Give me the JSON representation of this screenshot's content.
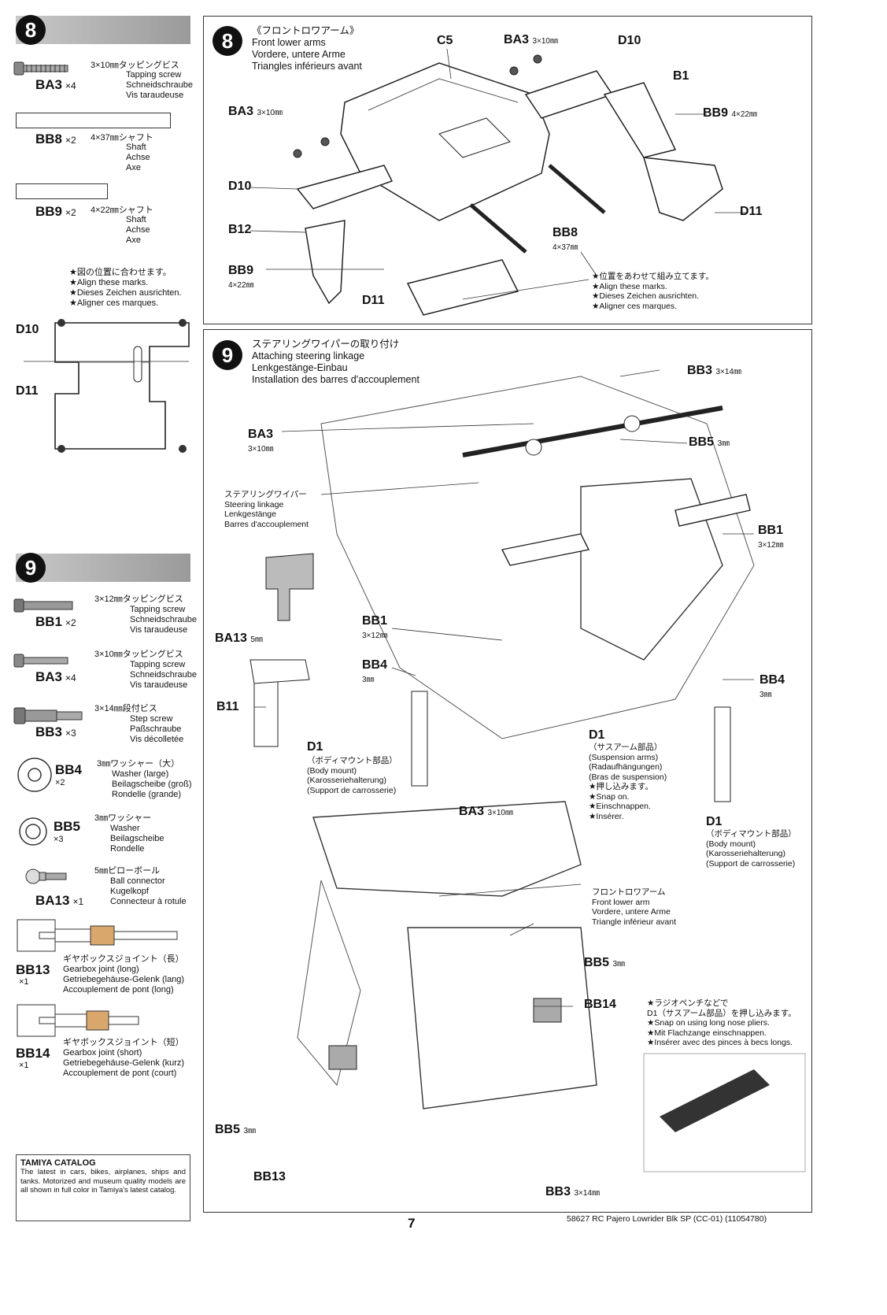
{
  "left_column": {
    "step8": {
      "number": "8",
      "parts": [
        {
          "code": "BA3",
          "qty": "×4",
          "jp": "3×10㎜タッピングビス",
          "ml": [
            "Tapping screw",
            "Schneidschraube",
            "Vis taraudeuse"
          ]
        },
        {
          "code": "BB8",
          "qty": "×2",
          "jp": "4×37㎜シャフト",
          "ml": [
            "Shaft",
            "Achse",
            "Axe"
          ]
        },
        {
          "code": "BB9",
          "qty": "×2",
          "jp": "4×22㎜シャフト",
          "ml": [
            "Shaft",
            "Achse",
            "Axe"
          ]
        }
      ],
      "align_note": [
        "★図の位置に合わせます。",
        "★Align these marks.",
        "★Dieses Zeichen ausrichten.",
        "★Aligner ces marques."
      ],
      "labels": [
        "D10",
        "D11"
      ]
    },
    "step9": {
      "number": "9",
      "parts": [
        {
          "code": "BB1",
          "qty": "×2",
          "jp": "3×12㎜タッピングビス",
          "ml": [
            "Tapping screw",
            "Schneidschraube",
            "Vis taraudeuse"
          ]
        },
        {
          "code": "BA3",
          "qty": "×4",
          "jp": "3×10㎜タッピングビス",
          "ml": [
            "Tapping screw",
            "Schneidschraube",
            "Vis taraudeuse"
          ]
        },
        {
          "code": "BB3",
          "qty": "×3",
          "jp": "3×14㎜段付ビス",
          "ml": [
            "Step screw",
            "Paßschraube",
            "Vis décolletée"
          ]
        },
        {
          "code": "BB4",
          "qty": "×2",
          "jp": "3㎜ワッシャー（大）",
          "ml": [
            "Washer (large)",
            "Beilagscheibe (groß)",
            "Rondelle (grande)"
          ]
        },
        {
          "code": "BB5",
          "qty": "×3",
          "jp": "3㎜ワッシャー",
          "ml": [
            "Washer",
            "Beilagscheibe",
            "Rondelle"
          ]
        },
        {
          "code": "BA13",
          "qty": "×1",
          "jp": "5㎜ピローボール",
          "ml": [
            "Ball connector",
            "Kugelkopf",
            "Connecteur à rotule"
          ]
        },
        {
          "code": "BB13",
          "qty": "×1",
          "jp": "ギヤボックスジョイント（長）",
          "ml": [
            "Gearbox joint (long)",
            "Getriebegehäuse-Gelenk (lang)",
            "Accouplement de pont (long)"
          ]
        },
        {
          "code": "BB14",
          "qty": "×1",
          "jp": "ギヤボックスジョイント（短）",
          "ml": [
            "Gearbox joint (short)",
            "Getriebegehäuse-Gelenk (kurz)",
            "Accouplement de pont (court)"
          ]
        }
      ]
    },
    "catalog": {
      "title": "TAMIYA CATALOG",
      "text": "The latest in cars, bikes, airplanes, ships and tanks. Motorized and museum quality models are all shown in full color in Tamiya's latest catalog."
    }
  },
  "step8_box": {
    "number": "8",
    "title": [
      "《フロントロワアーム》",
      "Front lower arms",
      "Vordere, untere Arme",
      "Triangles inférieurs avant"
    ],
    "labels": {
      "C5": "C5",
      "BA3a": "BA3",
      "BA3a_sz": "3×10㎜",
      "BA3b": "BA3",
      "BA3b_sz": "3×10㎜",
      "D10a": "D10",
      "D10b": "D10",
      "B1": "B1",
      "BB9a": "BB9",
      "BB9a_sz": "4×22㎜",
      "B12": "B12",
      "BB9b": "BB9",
      "BB9b_sz": "4×22㎜",
      "D11a": "D11",
      "D11b": "D11",
      "BB8": "BB8",
      "BB8_sz": "4×37㎜"
    },
    "align_note": [
      "★位置をあわせて組み立てます。",
      "★Align these marks.",
      "★Dieses Zeichen ausrichten.",
      "★Aligner ces marques."
    ]
  },
  "step9_box": {
    "number": "9",
    "title": [
      "ステアリングワイパーの取り付け",
      "Attaching steering linkage",
      "Lenkgestänge-Einbau",
      "Installation des barres d'accouplement"
    ],
    "labels": {
      "BB3a": "BB3",
      "BB3a_sz": "3×14㎜",
      "BA3": "BA3",
      "BA3_sz": "3×10㎜",
      "BB5a": "BB5",
      "BB5a_sz": "3㎜",
      "BB1a": "BB1",
      "BB1a_sz": "3×12㎜",
      "BB1b": "BB1",
      "BB1b_sz": "3×12㎜",
      "BA13": "BA13",
      "BA13_sz": "5㎜",
      "BB4a": "BB4",
      "BB4a_sz": "3㎜",
      "BB4b": "BB4",
      "BB4b_sz": "3㎜",
      "B11": "B11",
      "D1a": "D1",
      "D1b": "D1",
      "D1c": "D1",
      "BA3b": "BA3",
      "BA3b_sz": "3×10㎜",
      "BB5b": "BB5",
      "BB5b_sz": "3㎜",
      "BB14": "BB14",
      "BB5c": "BB5",
      "BB5c_sz": "3㎜",
      "BB13": "BB13",
      "BB3b": "BB3",
      "BB3b_sz": "3×14㎜"
    },
    "steering_note": [
      "ステアリングワイパー",
      "Steering linkage",
      "Lenkgestänge",
      "Barres d'accouplement"
    ],
    "body_mount_a": [
      "（ボディマウント部品）",
      "(Body mount)",
      "(Karosseriehalterung)",
      "(Support de carrosserie)"
    ],
    "body_mount_b": [
      "（ボディマウント部品）",
      "(Body mount)",
      "(Karosseriehalterung)",
      "(Support de carrosserie)"
    ],
    "susp_note": [
      "（サスアーム部品）",
      "(Suspension arms)",
      "(Radaufhängungen)",
      "(Bras de suspension)",
      "★押し込みます。",
      "★Snap on.",
      "★Einschnappen.",
      "★Insérer."
    ],
    "front_arm_note": [
      "フロントロワアーム",
      "Front lower arm",
      "Vordere, untere Arme",
      "Triangle inférieur avant"
    ],
    "pliers_note": [
      "★ラジオペンチなどで",
      "D1（サスアーム部品）を押し込みます。",
      "★Snap on using long nose pliers.",
      "★Mit Flachzange einschnappen.",
      "★Insérer avec des pinces à becs longs."
    ]
  },
  "footer": {
    "page_number": "7",
    "code": "58627 RC Pajero Lowrider Blk SP (CC-01) (11054780)"
  }
}
